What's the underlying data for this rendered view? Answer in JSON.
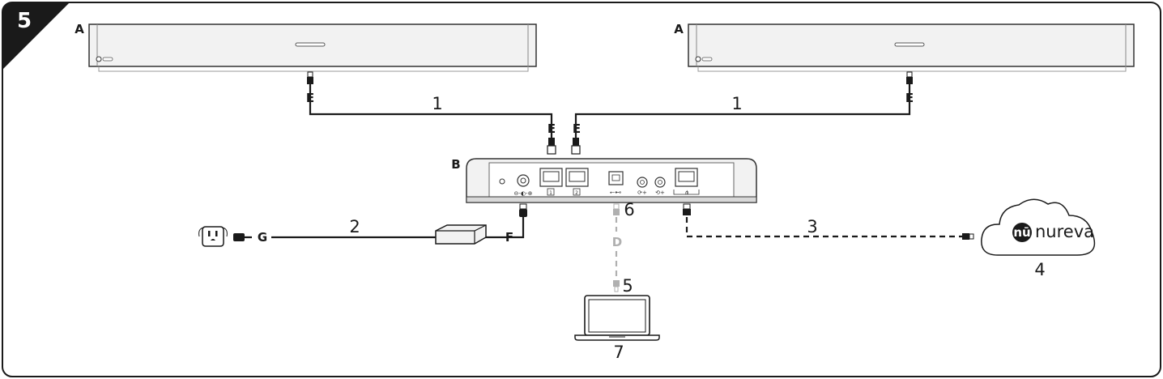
{
  "step_number": "5",
  "labels": {
    "speaker_left": "A",
    "speaker_right": "A",
    "hub": "B",
    "usb_cable": "D",
    "conn_speaker_left": "E",
    "conn_speaker_right": "E",
    "conn_hub_port1": "E",
    "conn_hub_port2": "E",
    "power_hub_end": "F",
    "power_wall_end": "G"
  },
  "callouts": {
    "cable_left": "1",
    "cable_right": "1",
    "power_cable": "2",
    "network_cable": "3",
    "cloud": "4",
    "usb_laptop_end": "5",
    "usb_hub_end": "6",
    "laptop": "7"
  },
  "hub_ports": {
    "port1": "1",
    "port2": "2"
  },
  "cloud_brand": "nureva",
  "colors": {
    "line": "#1a1a1a",
    "usb_line": "#b0b0b0",
    "device_fill": "#f2f2f2",
    "badge": "#1a1a1a"
  }
}
